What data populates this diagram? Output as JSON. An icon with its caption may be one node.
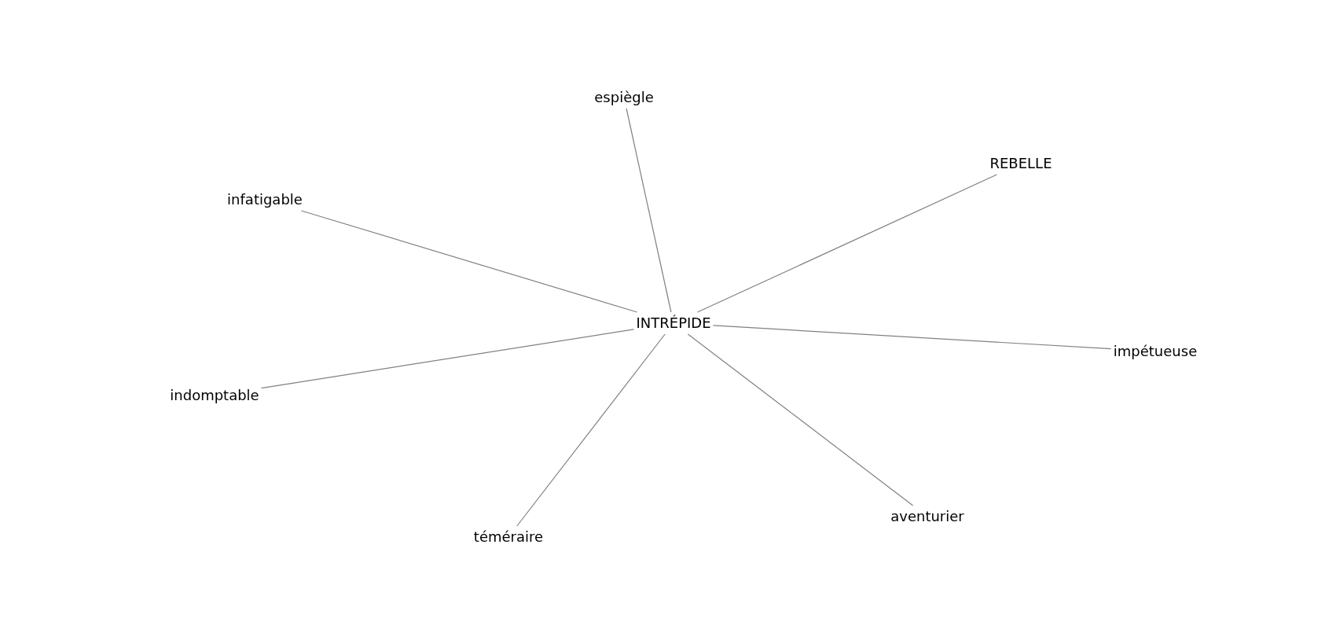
{
  "diagram": {
    "nodes": [
      {
        "text": [
          "espiègle"
        ]
      },
      {
        "text": [
          "REBELLE"
        ]
      },
      {
        "text": [
          "infatigable"
        ]
      },
      {
        "text": [
          "INTRÉPIDE"
        ]
      },
      {
        "text": [
          "impétueuse"
        ]
      },
      {
        "text": [
          "indomptable"
        ]
      },
      {
        "text": [
          "aventurier"
        ]
      },
      {
        "text": [
          "téméraire"
        ]
      }
    ],
    "edges": [
      {
        "from": 3,
        "to": 0,
        "arrow": "none"
      },
      {
        "from": 3,
        "to": 1,
        "arrow": "none"
      },
      {
        "from": 3,
        "to": 2,
        "arrow": "none"
      },
      {
        "from": 3,
        "to": 4,
        "arrow": "none"
      },
      {
        "from": 3,
        "to": 5,
        "arrow": "none"
      },
      {
        "from": 3,
        "to": 6,
        "arrow": "none"
      },
      {
        "from": 3,
        "to": 7,
        "arrow": "none"
      }
    ]
  }
}
